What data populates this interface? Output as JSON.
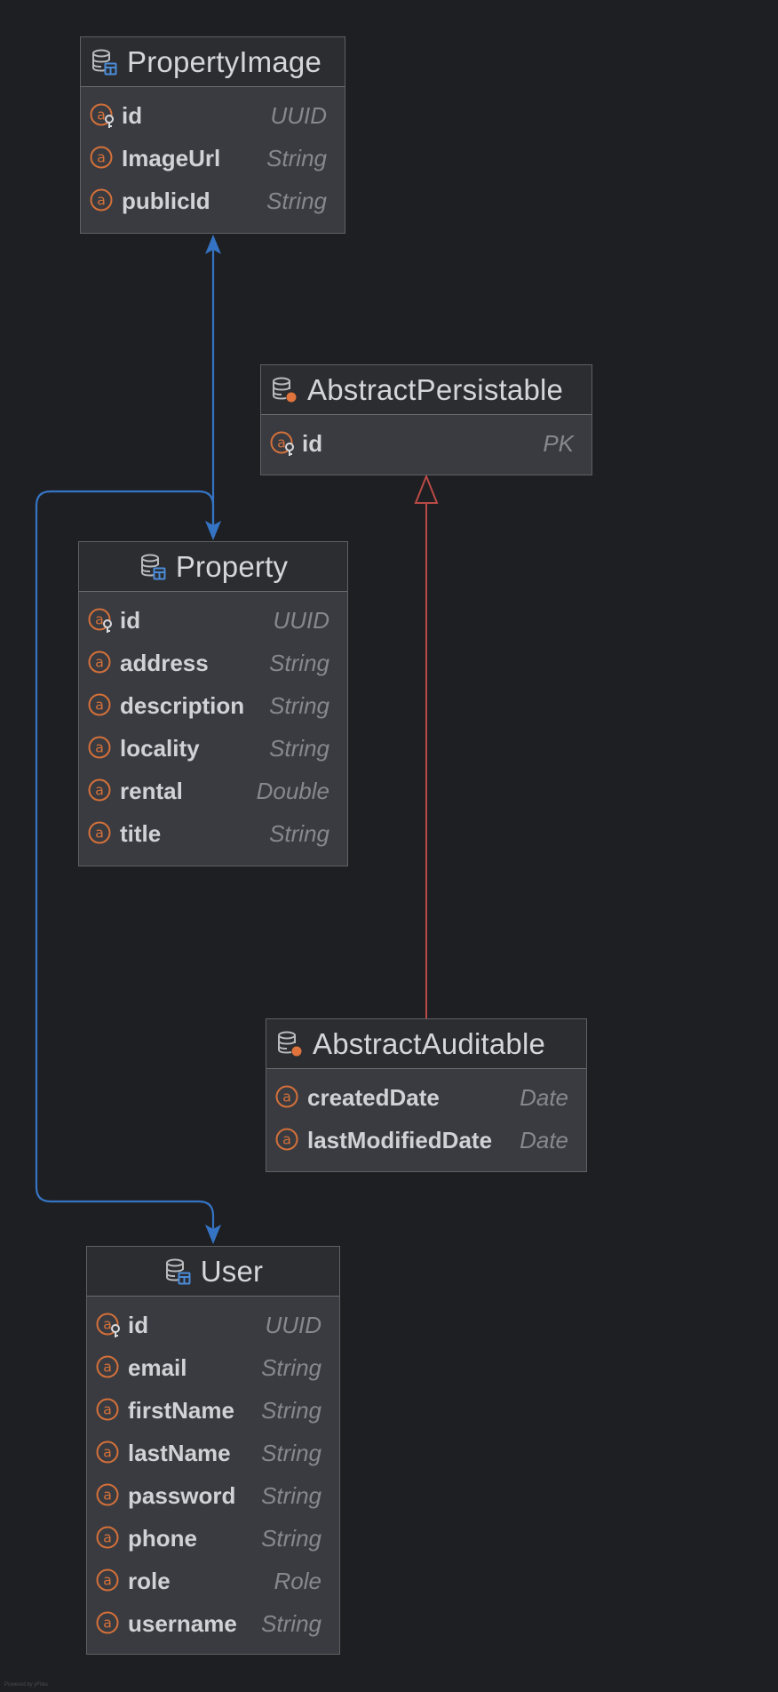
{
  "entities": {
    "property_image": {
      "title": "PropertyImage",
      "icon": "database-table-icon",
      "fields": [
        {
          "name": "id",
          "type": "UUID",
          "key": true
        },
        {
          "name": "ImageUrl",
          "type": "String",
          "key": false
        },
        {
          "name": "publicId",
          "type": "String",
          "key": false
        }
      ]
    },
    "abstract_persistable": {
      "title": "AbstractPersistable",
      "icon": "database-abstract-icon",
      "fields": [
        {
          "name": "id",
          "type": "PK",
          "key": true
        }
      ]
    },
    "property": {
      "title": "Property",
      "icon": "database-table-icon",
      "fields": [
        {
          "name": "id",
          "type": "UUID",
          "key": true
        },
        {
          "name": "address",
          "type": "String",
          "key": false
        },
        {
          "name": "description",
          "type": "String",
          "key": false
        },
        {
          "name": "locality",
          "type": "String",
          "key": false
        },
        {
          "name": "rental",
          "type": "Double",
          "key": false
        },
        {
          "name": "title",
          "type": "String",
          "key": false
        }
      ]
    },
    "abstract_auditable": {
      "title": "AbstractAuditable",
      "icon": "database-abstract-icon",
      "fields": [
        {
          "name": "createdDate",
          "type": "Date",
          "key": false
        },
        {
          "name": "lastModifiedDate",
          "type": "Date",
          "key": false
        }
      ]
    },
    "user": {
      "title": "User",
      "icon": "database-table-icon",
      "fields": [
        {
          "name": "id",
          "type": "UUID",
          "key": true
        },
        {
          "name": "email",
          "type": "String",
          "key": false
        },
        {
          "name": "firstName",
          "type": "String",
          "key": false
        },
        {
          "name": "lastName",
          "type": "String",
          "key": false
        },
        {
          "name": "password",
          "type": "String",
          "key": false
        },
        {
          "name": "phone",
          "type": "String",
          "key": false
        },
        {
          "name": "role",
          "type": "Role",
          "key": false
        },
        {
          "name": "username",
          "type": "String",
          "key": false
        }
      ]
    }
  },
  "relations": [
    {
      "from": "Property",
      "to": "PropertyImage",
      "kind": "association",
      "directed": "both"
    },
    {
      "from": "Property",
      "to": "User",
      "kind": "association",
      "directed": "forward"
    },
    {
      "from": "AbstractAuditable",
      "to": "AbstractPersistable",
      "kind": "generalization"
    }
  ],
  "colors": {
    "background": "#1e1f22",
    "association": "#3574c4",
    "generalization": "#b94a46",
    "field_icon": "#d4703a",
    "table_badge": "#4b8cd9",
    "abstract_badge": "#e0743c"
  },
  "watermark": "Powered by yFiles"
}
